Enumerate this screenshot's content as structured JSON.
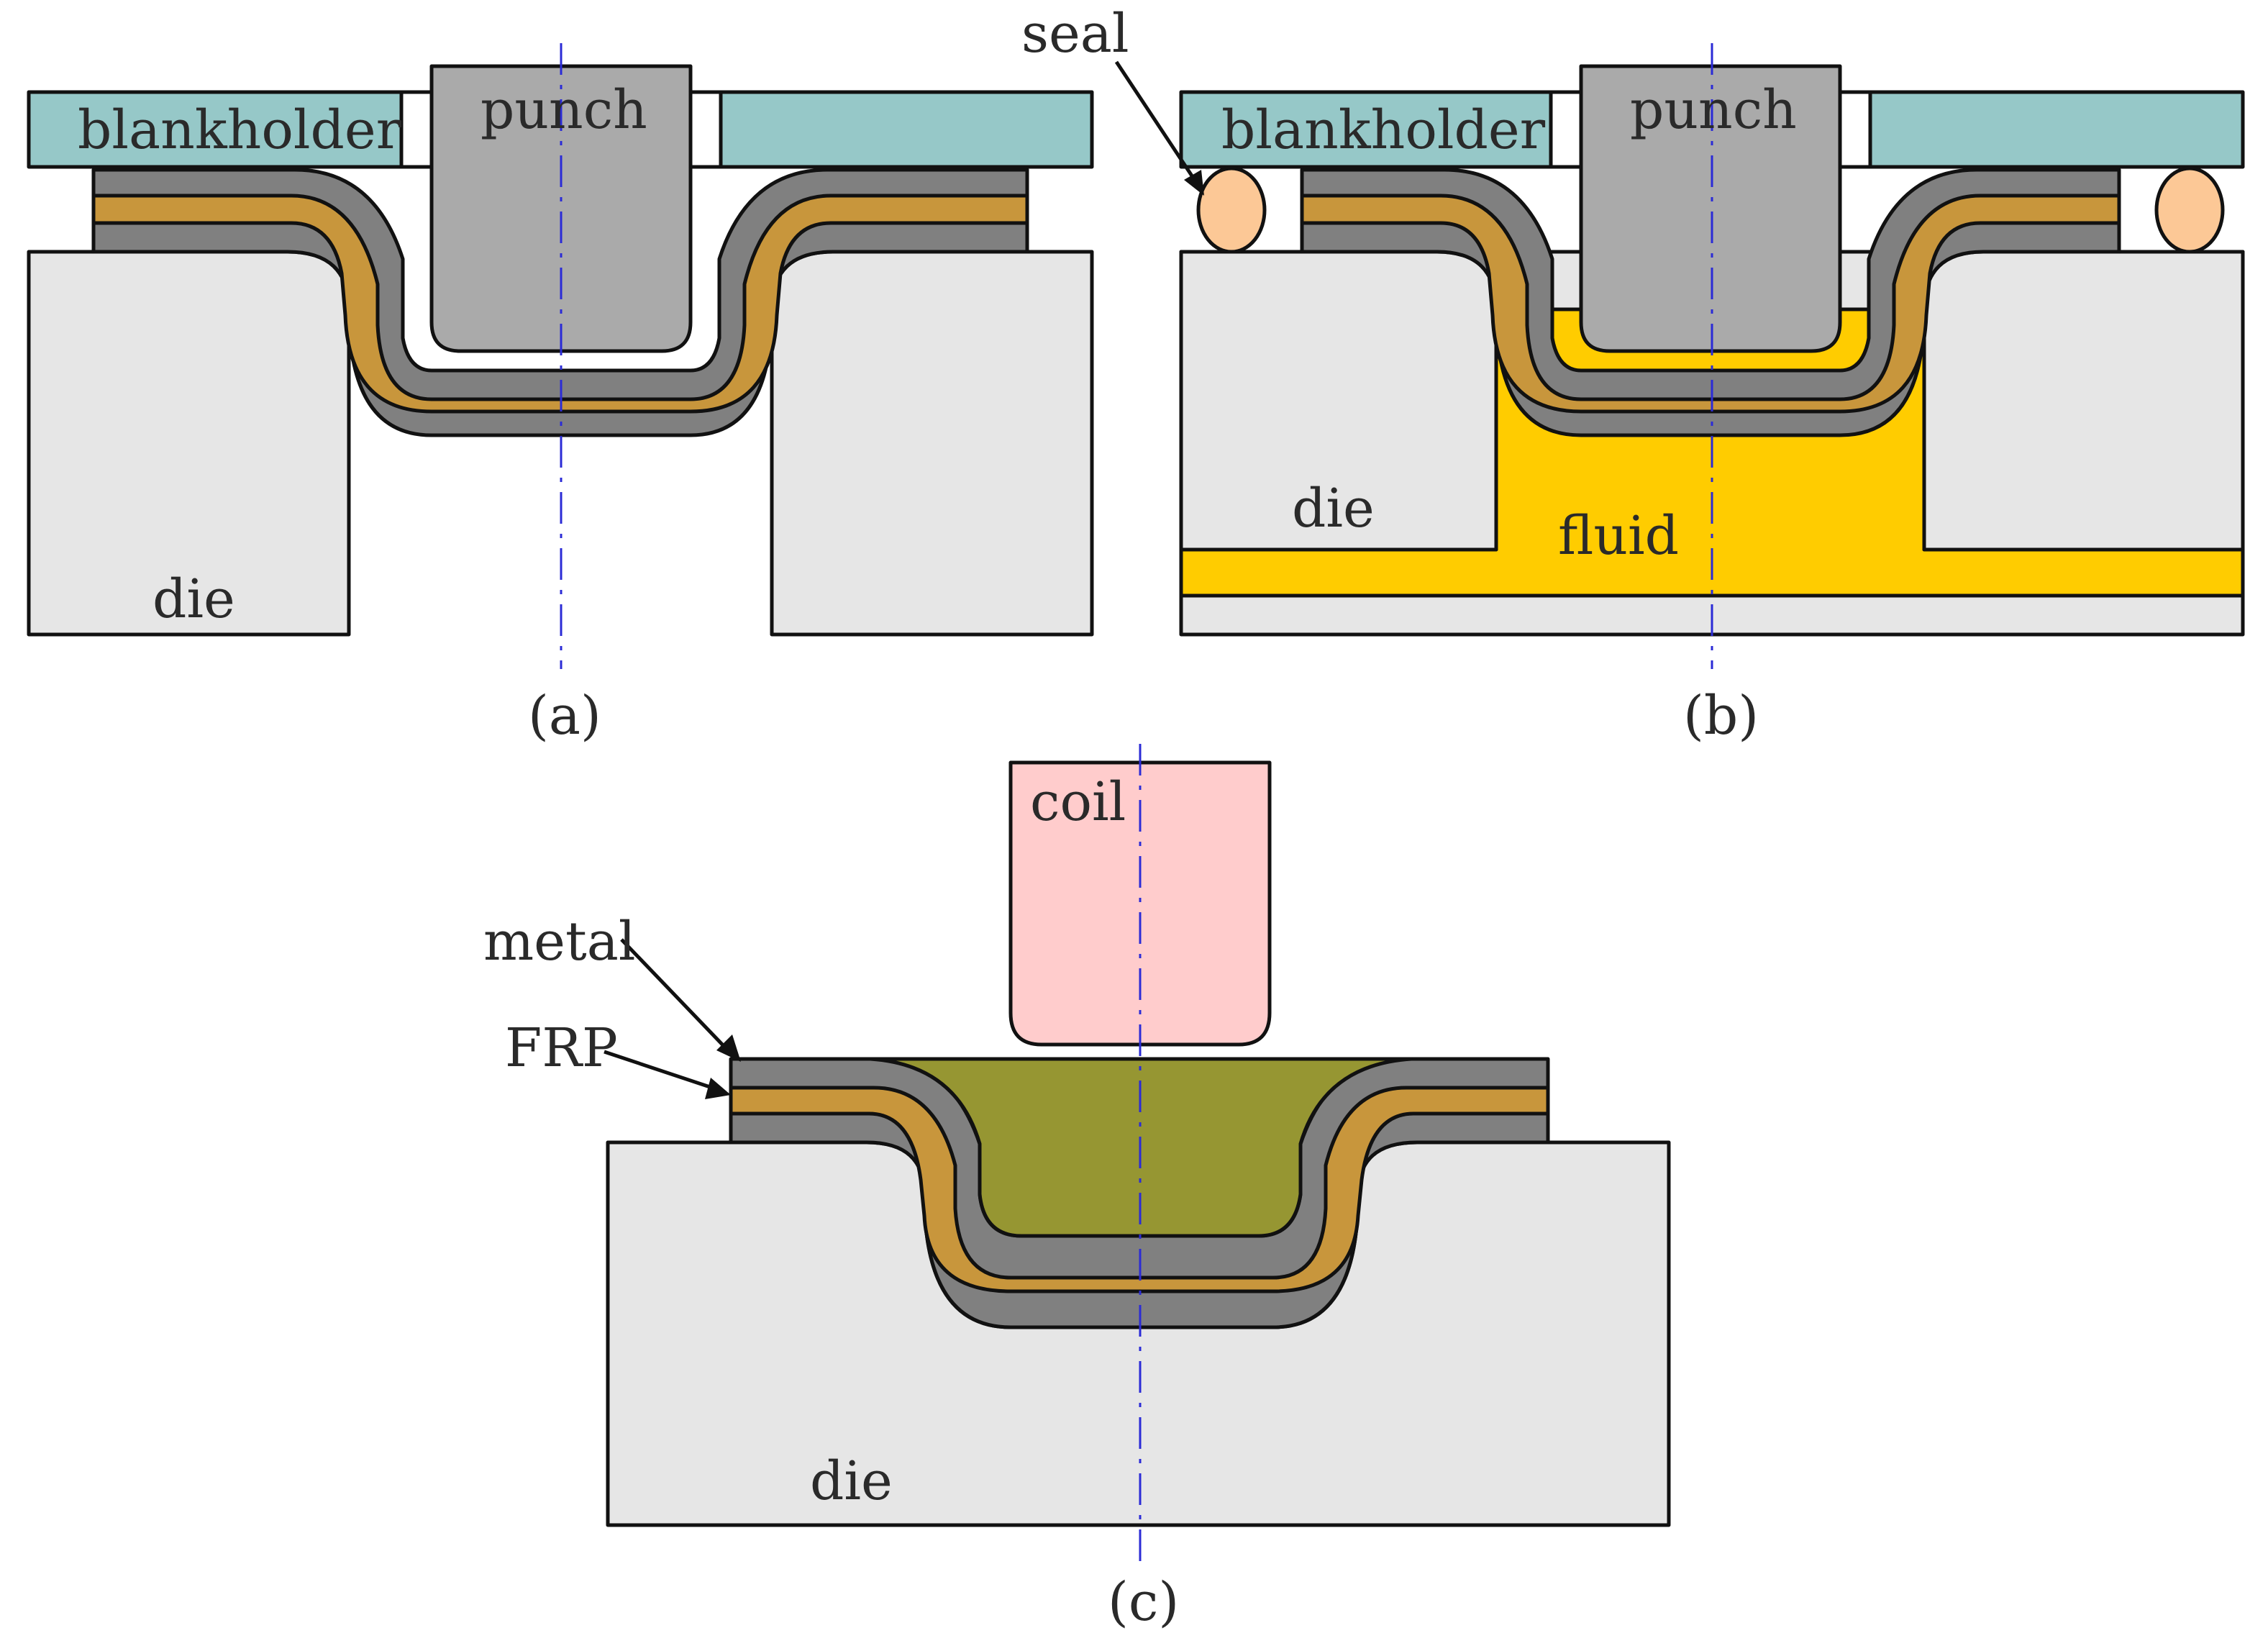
{
  "panels": {
    "a": {
      "caption": "(a)",
      "blankholder_label": "blankholder",
      "punch_label": "punch",
      "die_label": "die"
    },
    "b": {
      "caption": "(b)",
      "blankholder_label": "blankholder",
      "punch_label": "punch",
      "die_label": "die",
      "fluid_label": "fluid",
      "seal_label": "seal"
    },
    "c": {
      "caption": "(c)",
      "coil_label": "coil",
      "die_label": "die",
      "metal_label": "metal",
      "frp_label": "FRP"
    }
  },
  "colors": {
    "blankholder": "#96c8c8",
    "punch": "#aaaaaa",
    "die": "#e6e6e6",
    "metal": "#808080",
    "frp": "#c8963c",
    "fluid": "#ffcc00",
    "seal": "#fcc896",
    "coil": "#ffcccc",
    "deformed_zone": "#969632",
    "axis": "#2b2bd6"
  }
}
